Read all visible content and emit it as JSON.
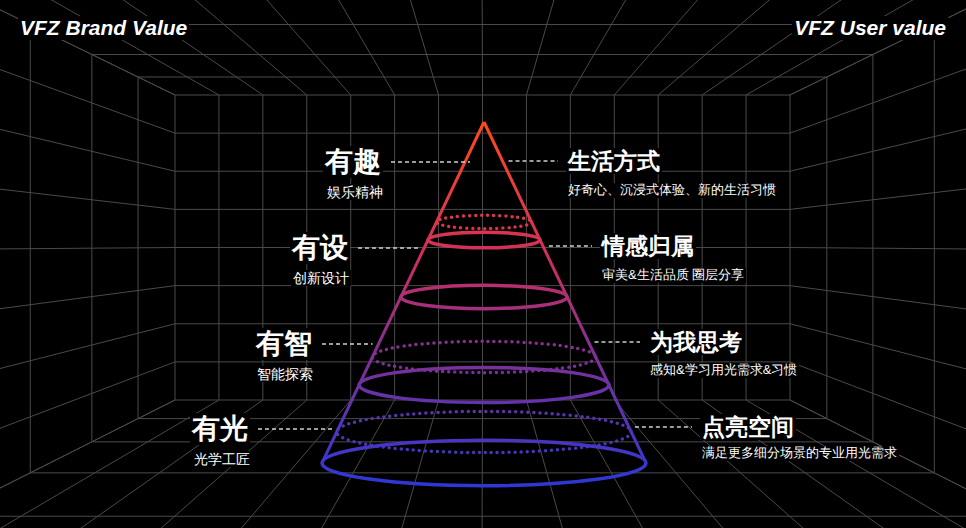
{
  "diagram": {
    "labels": [
      "VFZ Brand Value",
      "VFZ User value",
      "有趣",
      "娱乐精神",
      "生活方式",
      "好奇心、沉浸式体验、新的生活习惯",
      "有设",
      "创新设计",
      "情感归属",
      "审美&生活品质 圈层分享",
      "有智",
      "智能探索",
      "为我思考",
      "感知&学习用光需求&习惯",
      "有光",
      "光学工匠",
      "点亮空间",
      "满足更多细分场景的专业用光需求"
    ]
  }
}
